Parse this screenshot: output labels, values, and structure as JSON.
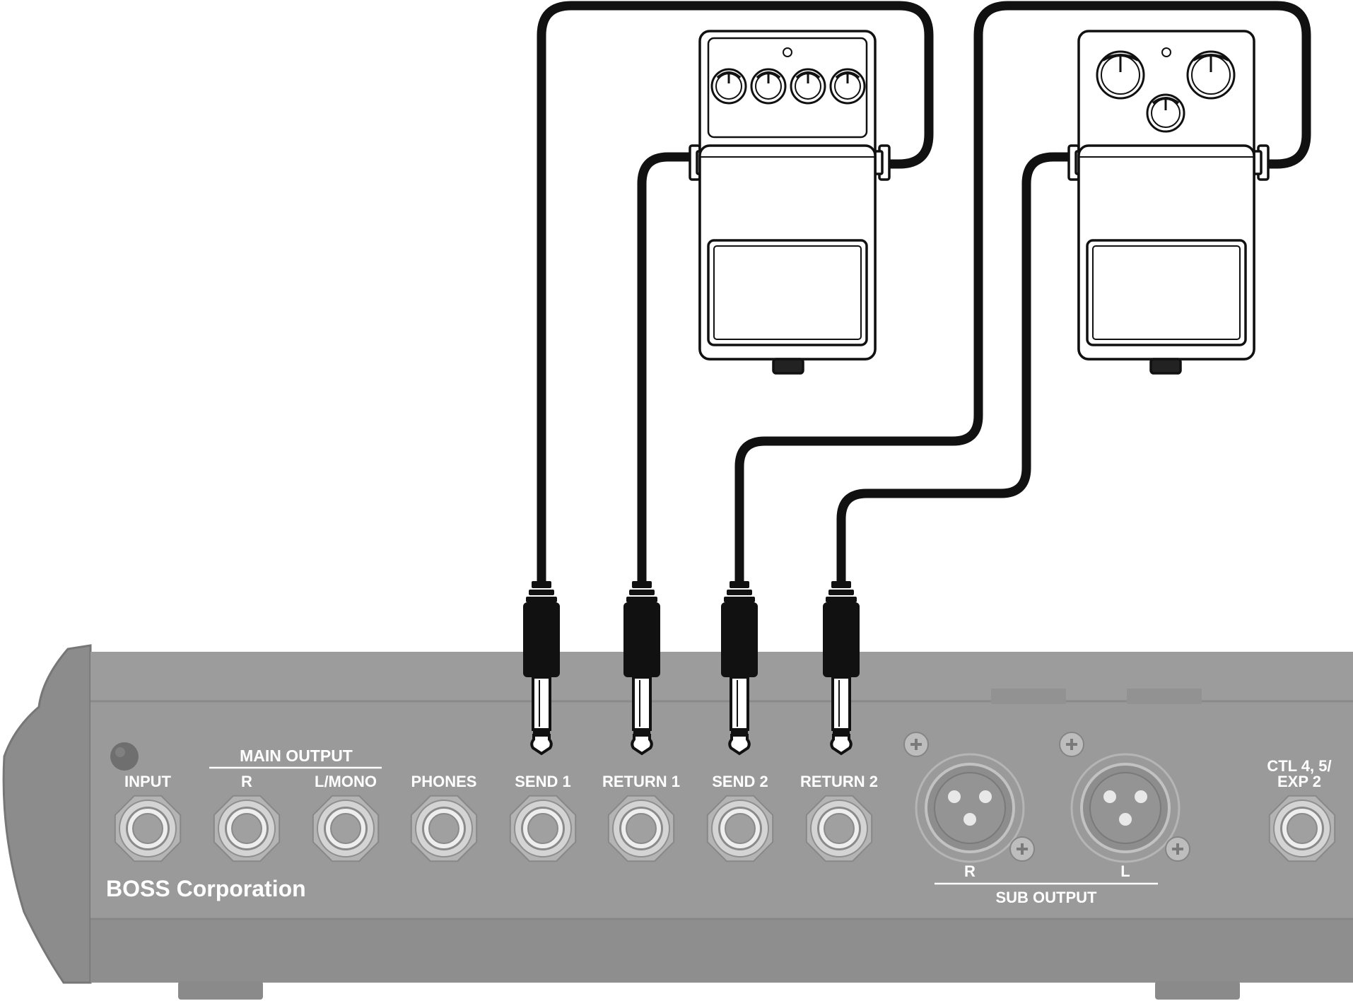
{
  "panel": {
    "brand": "BOSS Corporation",
    "group_labels": {
      "main_output": "MAIN OUTPUT",
      "sub_output": "SUB OUTPUT"
    },
    "jacks": [
      {
        "id": "input",
        "label": "INPUT"
      },
      {
        "id": "main-r",
        "label": "R"
      },
      {
        "id": "main-lmono",
        "label": "L/MONO"
      },
      {
        "id": "phones",
        "label": "PHONES"
      },
      {
        "id": "send1",
        "label": "SEND 1"
      },
      {
        "id": "return1",
        "label": "RETURN 1"
      },
      {
        "id": "send2",
        "label": "SEND 2"
      },
      {
        "id": "return2",
        "label": "RETURN 2"
      }
    ],
    "xlr": [
      {
        "id": "sub-r",
        "label": "R"
      },
      {
        "id": "sub-l",
        "label": "L"
      }
    ],
    "ctl": {
      "line1": "CTL 4, 5/",
      "line2": "EXP 2"
    }
  },
  "pedals": [
    {
      "id": "pedal-1",
      "knob_count": 4
    },
    {
      "id": "pedal-2",
      "knob_count": 3
    }
  ],
  "connections": [
    {
      "from": "SEND 1",
      "to": "pedal-1 input"
    },
    {
      "from": "pedal-1 output",
      "to": "RETURN 1"
    },
    {
      "from": "SEND 2",
      "to": "pedal-2 input"
    },
    {
      "from": "pedal-2 output",
      "to": "RETURN 2"
    }
  ],
  "colors": {
    "panel": "#9a9a9a",
    "panel_dark": "#8a8a8a",
    "label": "#ffffff",
    "cable": "#111111",
    "pedal_fill": "#ffffff",
    "pedal_stroke": "#111111"
  }
}
